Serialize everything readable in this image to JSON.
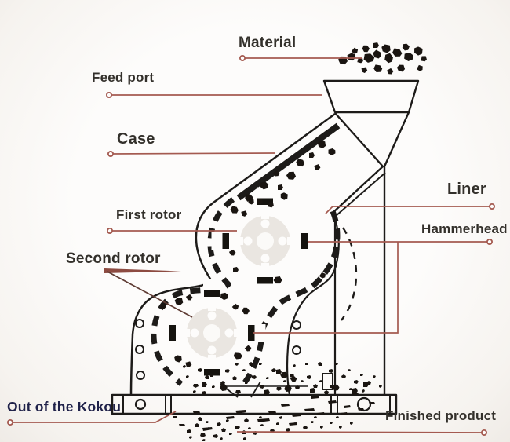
{
  "callouts": {
    "material": "Material",
    "feed_port": "Feed port",
    "case": "Case",
    "first_rotor": "First rotor",
    "second_rotor": "Second rotor",
    "liner": "Liner",
    "hammerhead": "Hammerhead",
    "out_of_the_kokou": "Out of the Kokou",
    "finished_product": "Finished product"
  },
  "colors": {
    "leader_line": "#a45a50",
    "label_text": "#33302b",
    "kokou_label_text": "#20224a",
    "drawing_line": "#1d1b19",
    "rock_fill": "#1a1511",
    "background": "#f8f6f3"
  }
}
